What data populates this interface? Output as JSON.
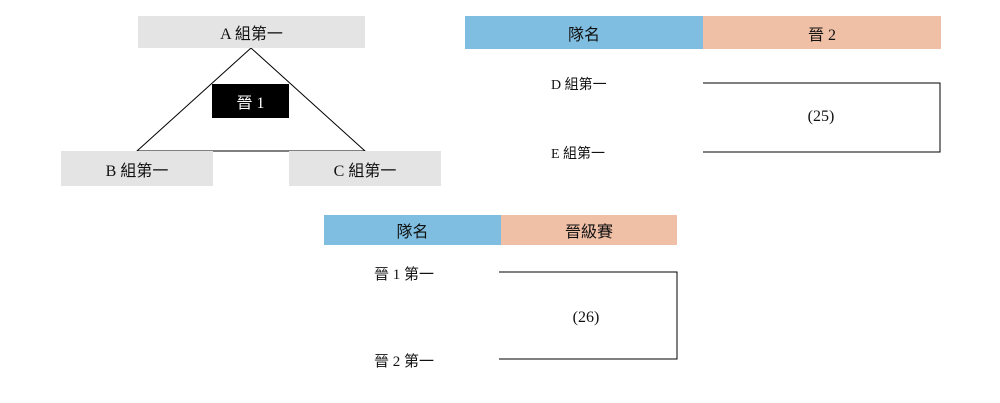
{
  "group_stage": {
    "top": "A 組第一",
    "playoff": "晉 1",
    "bottom_left": "B 組第一",
    "bottom_right": "C 組第一"
  },
  "match_25": {
    "header_team": "隊名",
    "header_round": "晉 2",
    "team_top": "D 組第一",
    "team_bottom": "E 組第一",
    "match_no": "(25)"
  },
  "match_26": {
    "header_team": "隊名",
    "header_round": "晉級賽",
    "team_top": "晉 1 第一",
    "team_bottom": "晉 2 第一",
    "match_no": "(26)"
  },
  "colors": {
    "grey": "#e4e4e4",
    "blue": "#7fbee0",
    "salmon": "#efbfa6",
    "black": "#000000"
  }
}
